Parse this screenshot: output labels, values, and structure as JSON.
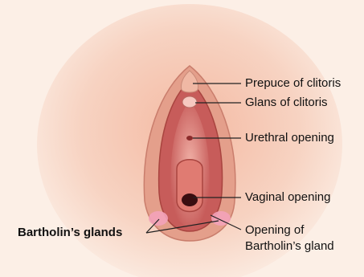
{
  "diagram": {
    "labels": {
      "prepuce": "Prepuce of clitoris",
      "glans": "Glans of clitoris",
      "urethral": "Urethral opening",
      "vaginal": "Vaginal opening",
      "bartholin_opening_line1": "Opening of",
      "bartholin_opening_line2": "Bartholin’s gland",
      "bartholins_glands": "Bartholin’s glands"
    },
    "colors": {
      "background": "#fcefe6",
      "skin": "#f1c6ae",
      "labia_outer": "#d98a78",
      "labia_inner": "#c75c5a",
      "vestibule": "#e79a8f",
      "opening_dark": "#3a0d10",
      "gland": "#f3a2b9",
      "leader_line": "#222222"
    }
  }
}
